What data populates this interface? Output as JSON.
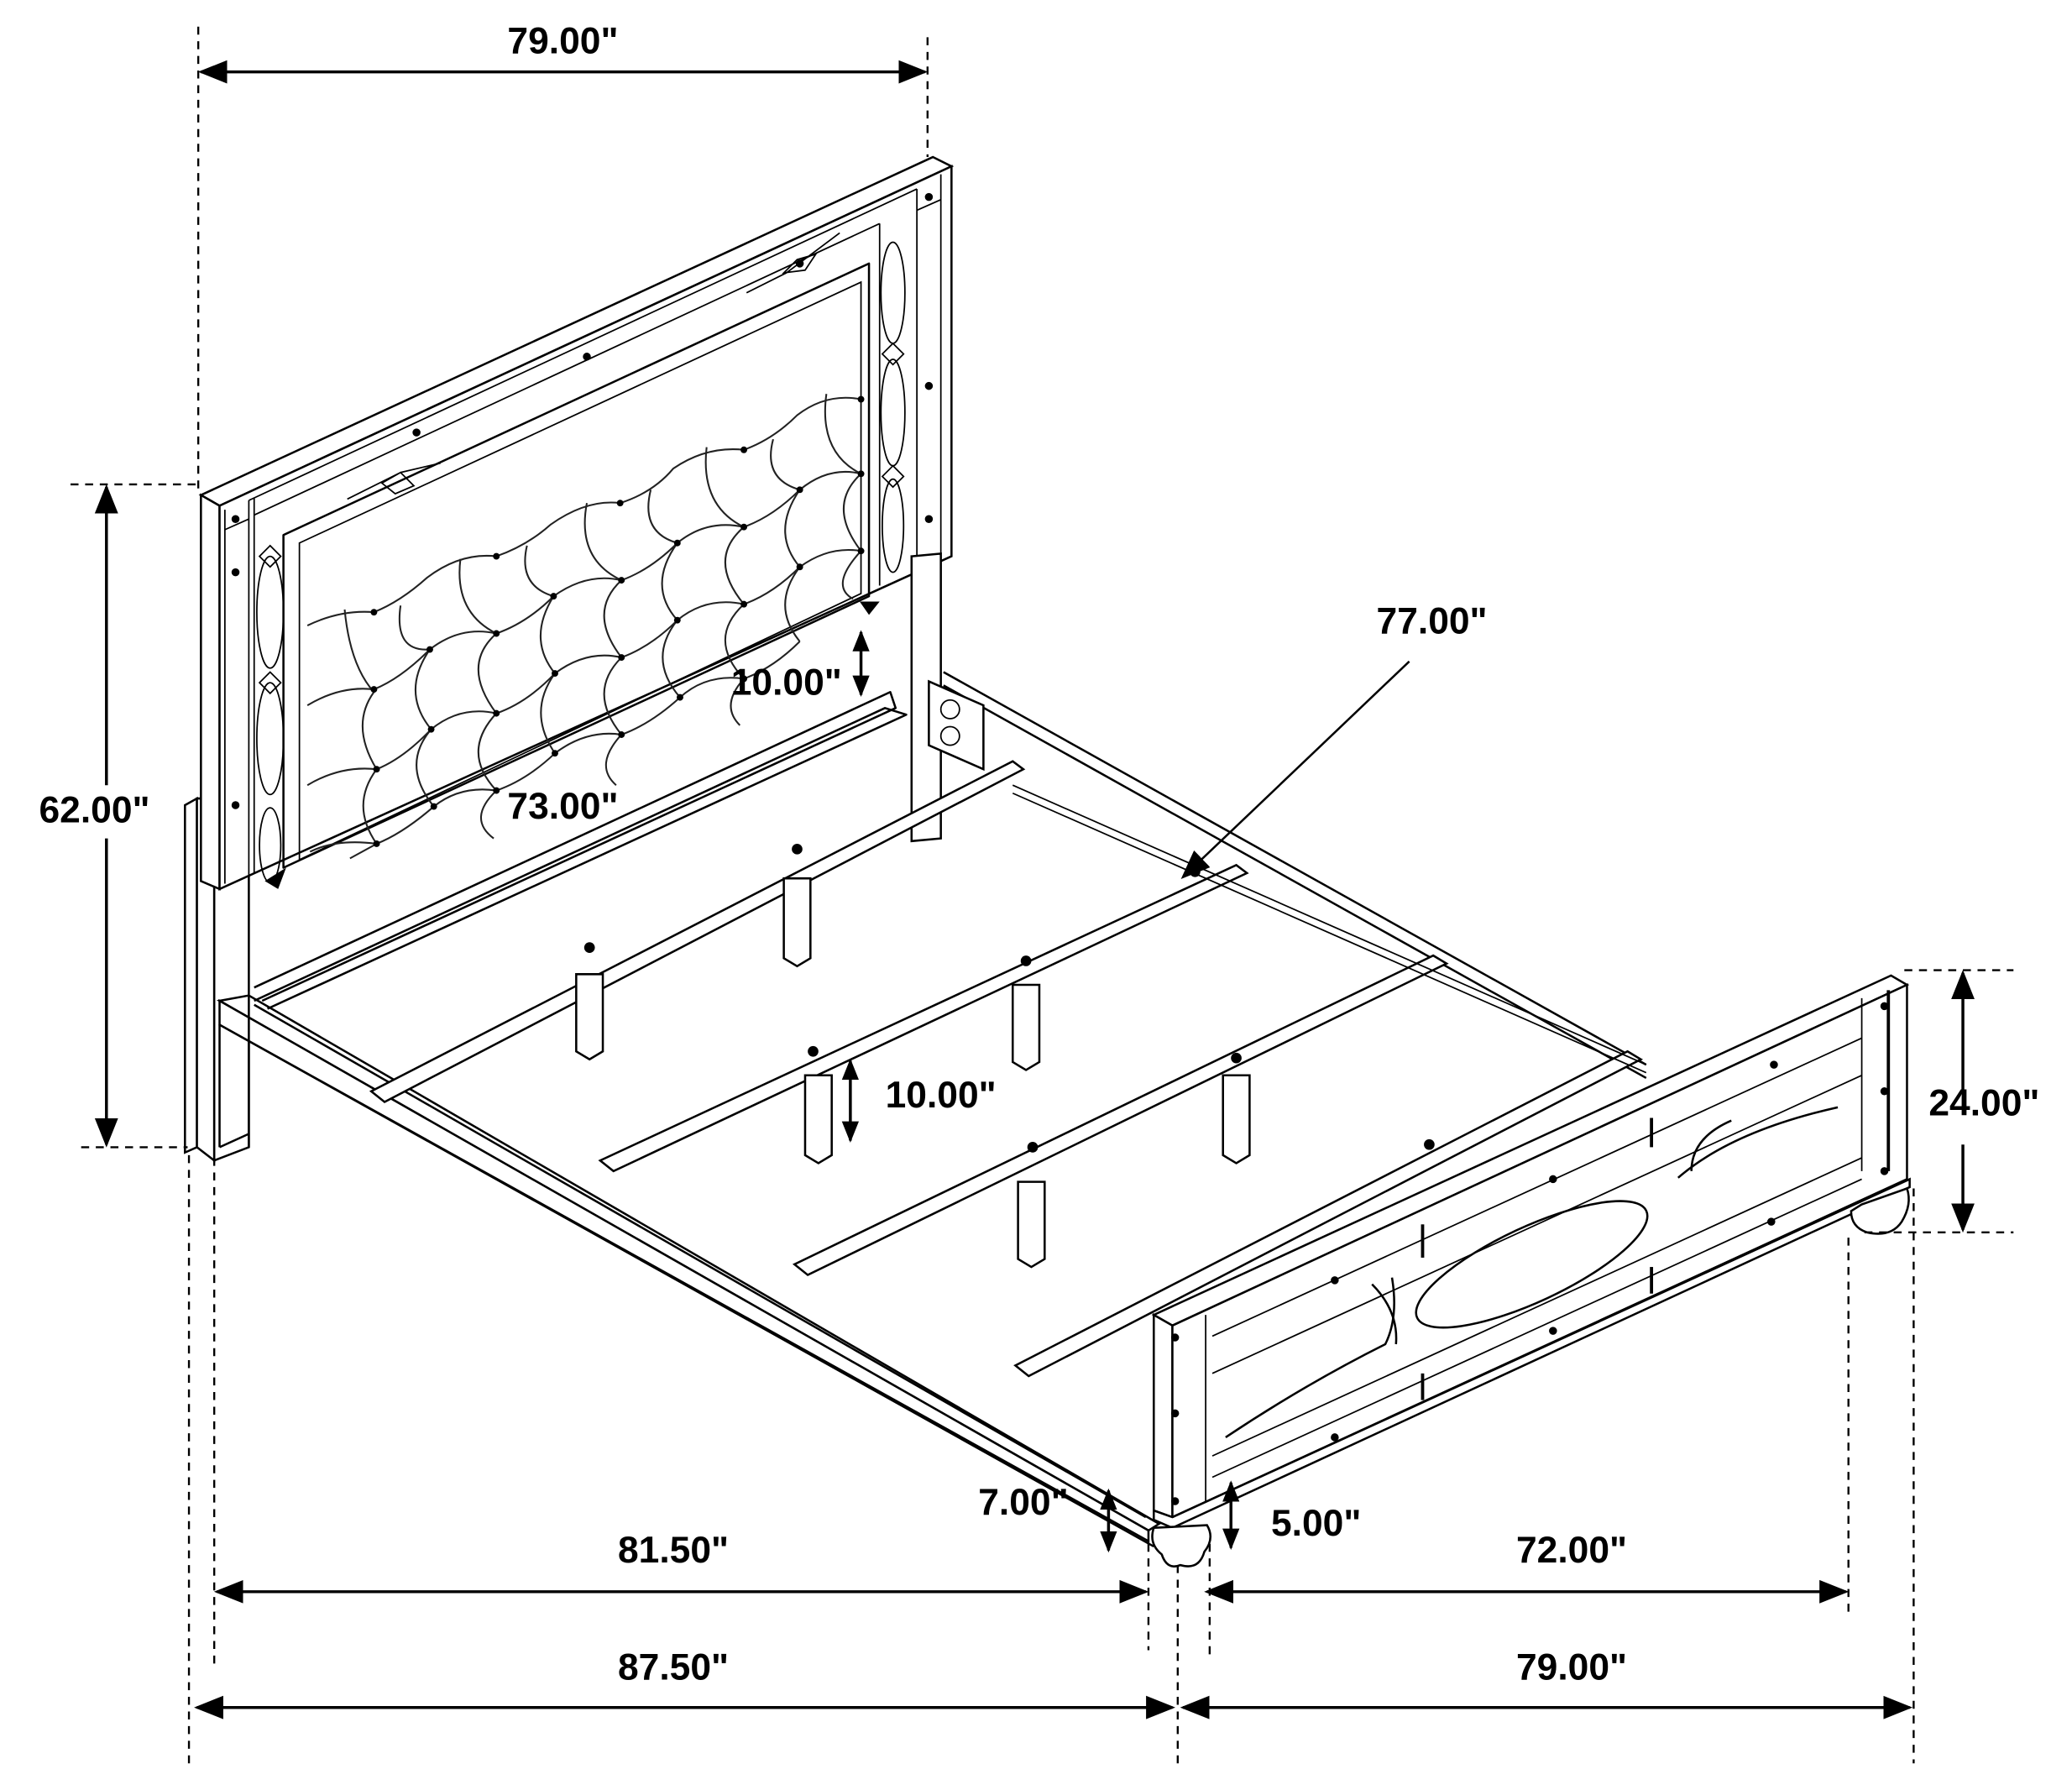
{
  "diagram": {
    "title": "Bed dimensions drawing",
    "units": "inches",
    "dimensions": {
      "headboard_width_top": "79.00\"",
      "headboard_height": "62.00\"",
      "headboard_panel_clearance": "10.00\"",
      "headboard_inner_width": "73.00\"",
      "inner_length": "77.00\"",
      "slat_clearance": "10.00\"",
      "footboard_height": "24.00\"",
      "side_rail_clearance": "7.00\"",
      "footboard_clearance": "5.00\"",
      "inner_rail_length": "81.50\"",
      "inner_width": "72.00\"",
      "overall_length": "87.50\"",
      "overall_width": "79.00\""
    }
  }
}
